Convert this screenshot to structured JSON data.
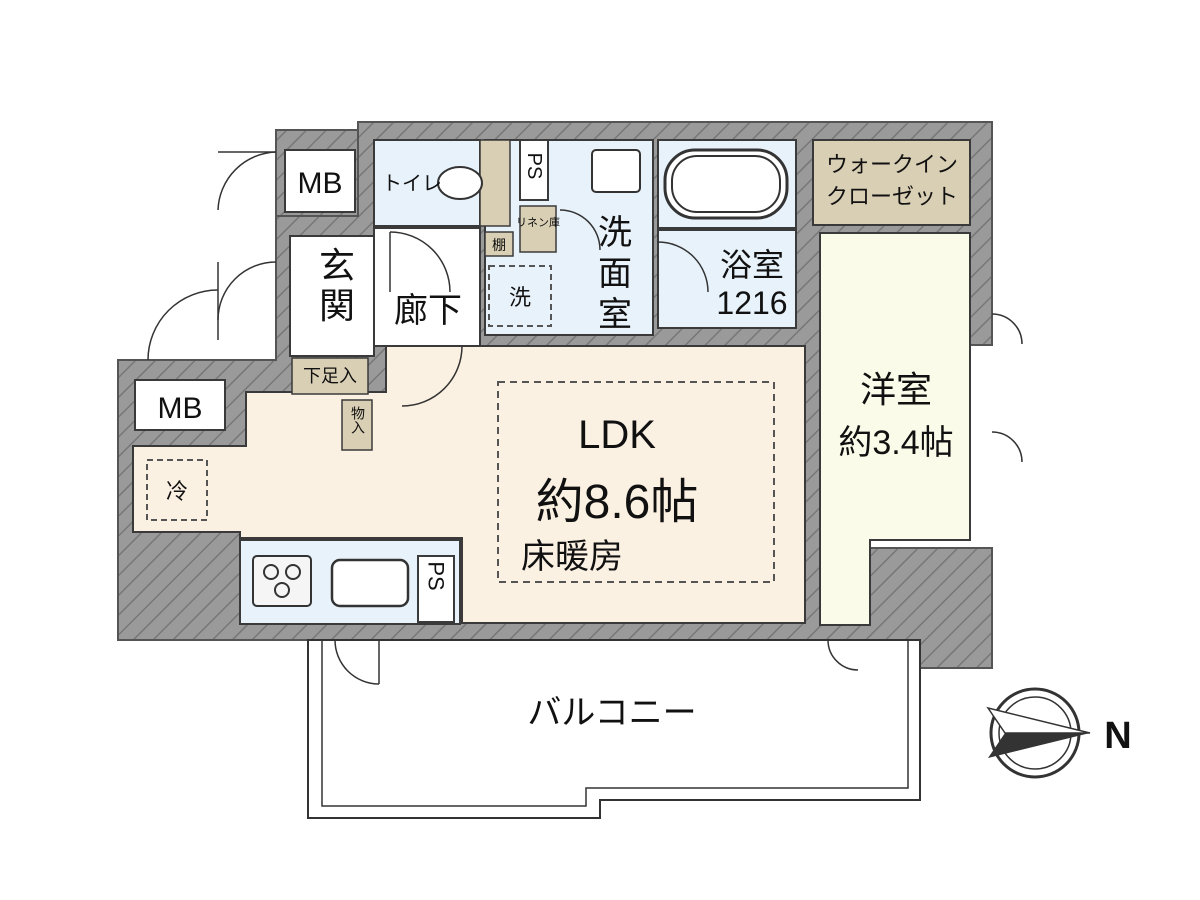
{
  "rooms": {
    "ldk": {
      "name": "LDK",
      "size": "約8.6帖",
      "feature": "床暖房"
    },
    "western": {
      "name": "洋室",
      "size": "約3.4帖"
    },
    "bath": {
      "name": "浴室",
      "size": "1216"
    },
    "washroom": {
      "name": "洗面室",
      "chars": [
        "洗",
        "面",
        "室"
      ]
    },
    "entrance": {
      "chars": [
        "玄",
        "関"
      ]
    },
    "hallway": {
      "name": "廊下"
    },
    "toilet": {
      "name": "トイレ"
    },
    "walkin": {
      "line1": "ウォークイン",
      "line2": "クローゼット"
    },
    "balcony": {
      "name": "バルコニー"
    }
  },
  "fixtures": {
    "mb_top": "MB",
    "mb_left": "MB",
    "ps_top": "PS",
    "ps_kitchen": "PS",
    "linen": "リネン庫",
    "shelf": "棚",
    "washer": "洗",
    "fridge": "冷",
    "shoe_closet": "下足入",
    "storage": "物入"
  },
  "compass": {
    "label": "N"
  },
  "colors": {
    "wall": "#9a9a9a",
    "ldk_floor": "#fbf1e2",
    "western_floor": "#fbfbe9",
    "wet_area": "#e8f2fb",
    "closet": "#d9cfb4",
    "outline": "#3a3a3a"
  }
}
